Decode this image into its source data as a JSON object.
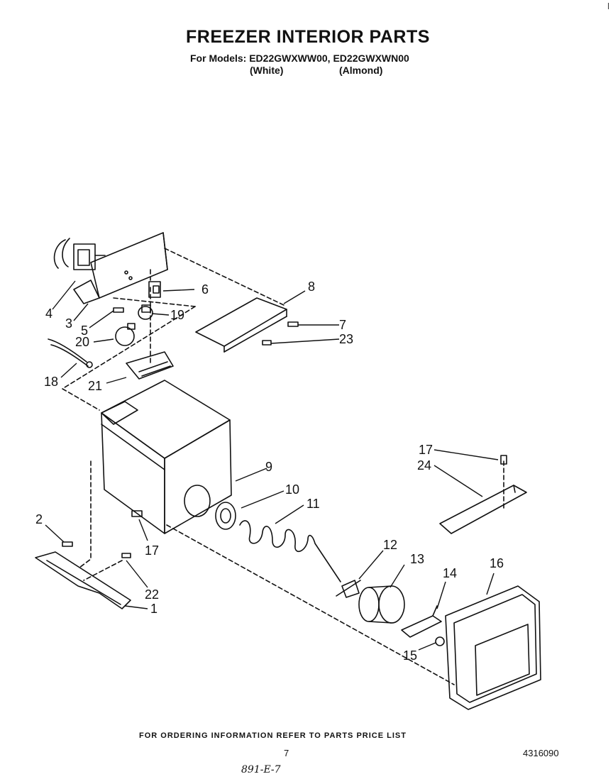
{
  "header": {
    "title": "FREEZER INTERIOR PARTS",
    "models": "For Models: ED22GWXWW00, ED22GWXWN00",
    "variant_white": "(White)",
    "variant_almond": "(Almond)"
  },
  "callouts": {
    "c1": "1",
    "c2": "2",
    "c3": "3",
    "c4": "4",
    "c5": "5",
    "c6": "6",
    "c7": "7",
    "c8": "8",
    "c9": "9",
    "c10": "10",
    "c11": "11",
    "c12": "12",
    "c13": "13",
    "c14": "14",
    "c15": "15",
    "c16": "16",
    "c17a": "17",
    "c17b": "17",
    "c18": "18",
    "c19": "19",
    "c20": "20",
    "c21": "21",
    "c22": "22",
    "c23": "23",
    "c24": "24"
  },
  "footer": {
    "ordering_note": "FOR ORDERING INFORMATION REFER TO PARTS PRICE LIST",
    "page_number": "7",
    "doc_number": "4316090",
    "handwritten_note": "891-E-7"
  }
}
